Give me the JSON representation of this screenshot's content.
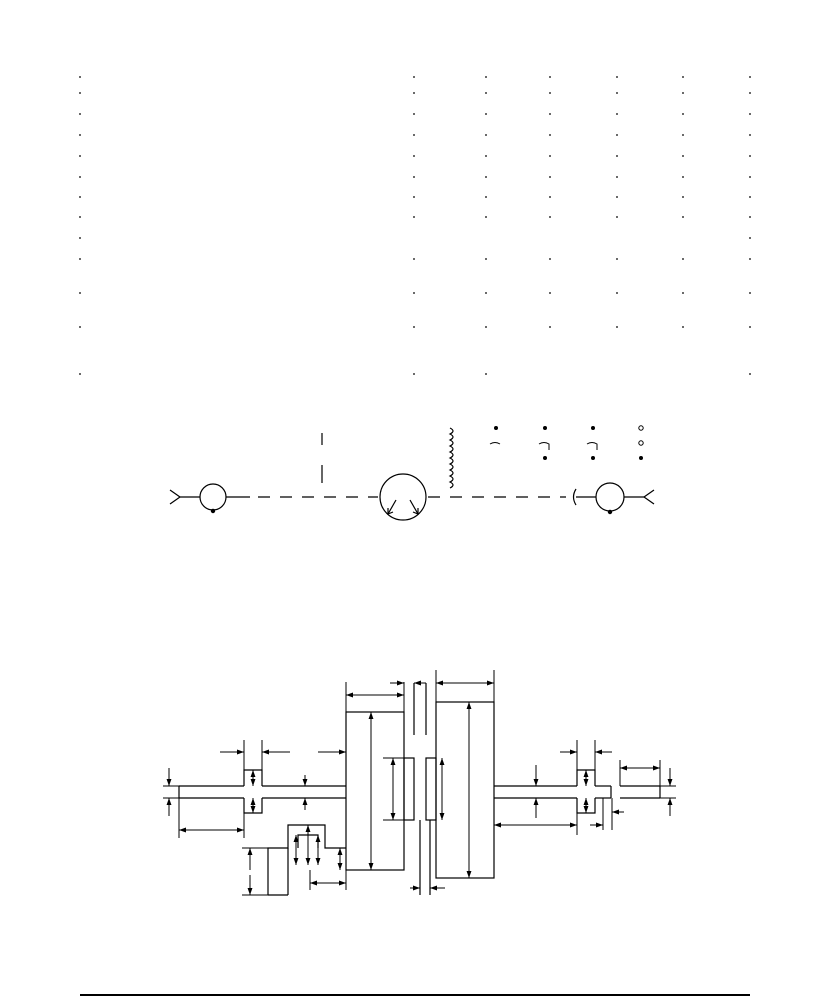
{
  "page": {
    "background": "#ffffff",
    "ink": "#000000"
  },
  "dot_table": {
    "note": ""
  },
  "schematic": {
    "symbols": [
      "source-circle-left",
      "motor-circle",
      "load-circle-right",
      "coil-inductor"
    ]
  },
  "shaft_drawing": {
    "labels": []
  },
  "footer": {
    "rule": true
  }
}
